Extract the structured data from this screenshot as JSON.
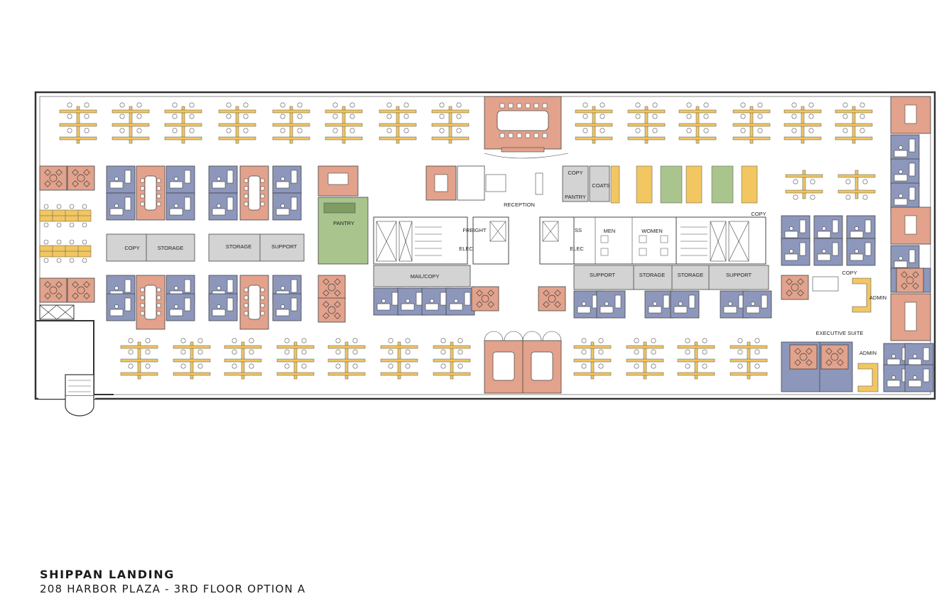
{
  "title_block": {
    "project_name": "SHIPPAN LANDING",
    "subtitle": "208 HARBOR PLAZA - 3RD FLOOR OPTION A"
  },
  "colors": {
    "workstation": "#f2c661",
    "private_office": "#8d97bc",
    "conference": "#e2a28c",
    "pantry": "#a9c48d",
    "support": "#d3d3d3",
    "outline": "#444444"
  },
  "room_labels": {
    "reception": "RECEPTION",
    "pantry_west": "PANTRY",
    "pantry_east": "PANTRY",
    "copy_west": "COPY",
    "copy_north": "COPY",
    "copy_east": "COPY",
    "copy_exec": "COPY",
    "coats": "COATS",
    "freight": "FREIGHT",
    "elec_west": "ELEC",
    "elec_east": "ELEC",
    "ss": "SS",
    "men": "MEN",
    "women": "WOMEN",
    "mail_copy": "MAIL/COPY",
    "storage_w1": "STORAGE",
    "storage_w2": "STORAGE",
    "storage_e1": "STORAGE",
    "storage_e2": "STORAGE",
    "support_w": "SUPPORT",
    "support_e1": "SUPPORT",
    "support_e2": "SUPPORT",
    "admin_1": "ADMIN",
    "admin_2": "ADMIN",
    "executive_suite": "EXECUTIVE SUITE"
  }
}
